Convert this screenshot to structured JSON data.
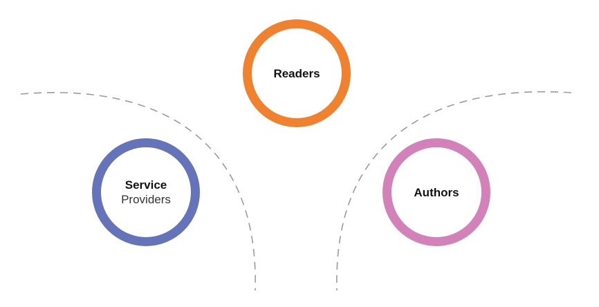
{
  "nodes": {
    "readers": {
      "label": "Readers",
      "color": "#f0822f"
    },
    "service_providers": {
      "label_bold": "Service",
      "label_light": "Providers",
      "color": "#6574b9"
    },
    "authors": {
      "label": "Authors",
      "color": "#d282b9"
    }
  },
  "connectors": {
    "style": "dashed",
    "color": "#999999"
  }
}
